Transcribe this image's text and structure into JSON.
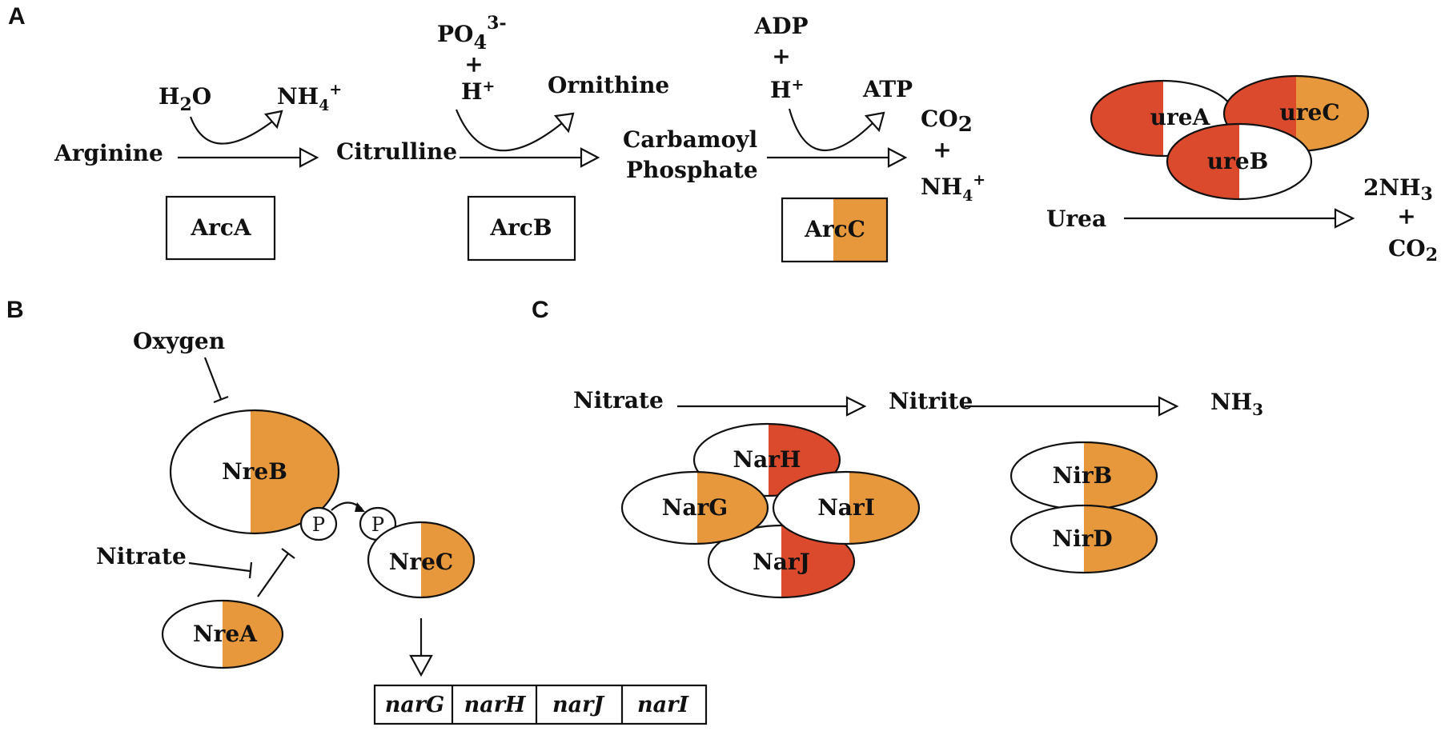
{
  "colors": {
    "orange": "#e8983c",
    "red": "#dc4a2e",
    "outline": "#111111",
    "background": "#ffffff"
  },
  "panels": {
    "a": "A",
    "b": "B",
    "c": "C"
  },
  "panel_a": {
    "arginine": "Arginine",
    "citrulline": "Citrulline",
    "carbamoyl_1": "Carbamoyl",
    "carbamoyl_2": "Phosphate",
    "h2o": "H2O",
    "nh4_1": "NH4+",
    "po4": "PO43-",
    "plus_1": "+",
    "h_1": "H+",
    "ornithine": "Ornithine",
    "adp": "ADP",
    "plus_2": "+",
    "h_2": "H+",
    "atp": "ATP",
    "co2_1": "CO2",
    "plus_3": "+",
    "nh4_2": "NH4+",
    "arcA": "ArcA",
    "arcB": "ArcB",
    "arcC": "ArcC",
    "ureA": "ureA",
    "ureB": "ureB",
    "ureC": "ureC",
    "urea": "Urea",
    "nh3_2": "2NH3",
    "plus_4": "+",
    "co2_2": "CO2"
  },
  "panel_b": {
    "oxygen": "Oxygen",
    "nitrate": "Nitrate",
    "nreB": "NreB",
    "nreA": "NreA",
    "nreC": "NreC",
    "p1": "P",
    "p2": "P",
    "genes": [
      "narG",
      "narH",
      "narJ",
      "narI"
    ]
  },
  "panel_c": {
    "nitrate": "Nitrate",
    "nitrite": "Nitrite",
    "nh3": "NH3",
    "narG": "NarG",
    "narH": "NarH",
    "narI": "NarI",
    "narJ": "NarJ",
    "nirB": "NirB",
    "nirD": "NirD"
  }
}
